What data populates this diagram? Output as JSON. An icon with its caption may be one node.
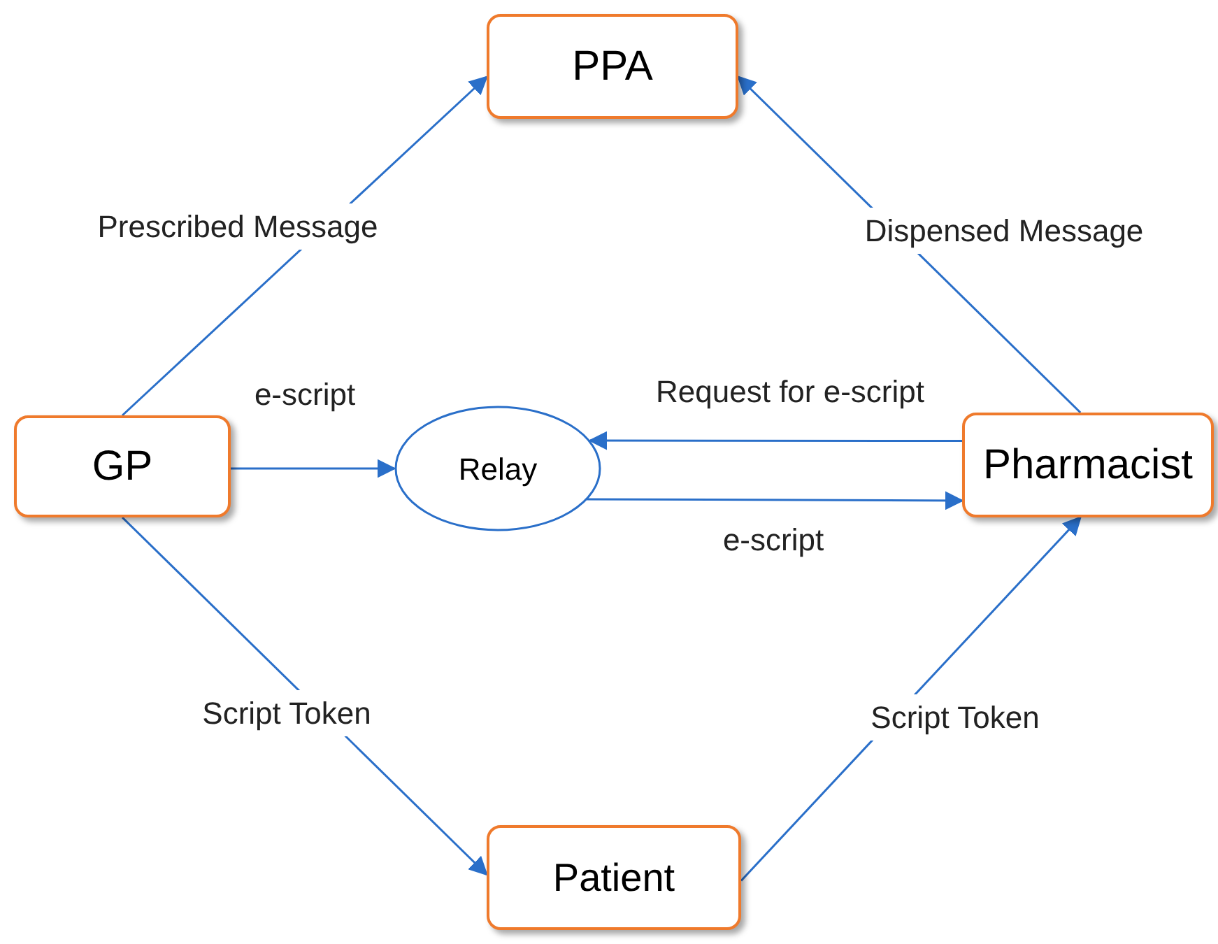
{
  "diagram": {
    "nodes": [
      {
        "text": [
          "PPA"
        ]
      },
      {
        "text": [
          "GP"
        ]
      },
      {
        "text": [
          "Relay"
        ]
      },
      {
        "text": [
          "Pharmacist"
        ]
      },
      {
        "text": [
          "Patient"
        ]
      }
    ],
    "edges": [
      {
        "from": 1,
        "to": 0,
        "arrow": "to",
        "label": "Prescribed Message"
      },
      {
        "from": 3,
        "to": 0,
        "arrow": "to",
        "label": "Dispensed Message"
      },
      {
        "from": 1,
        "to": 2,
        "arrow": "to",
        "label": "e-script"
      },
      {
        "from": 3,
        "to": 2,
        "arrow": "to",
        "label": "Request for e-script"
      },
      {
        "from": 2,
        "to": 3,
        "arrow": "to",
        "label": "e-script"
      },
      {
        "from": 1,
        "to": 4,
        "arrow": "to",
        "label": "Script Token"
      },
      {
        "from": 4,
        "to": 3,
        "arrow": "to",
        "label": "Script Token"
      }
    ]
  }
}
